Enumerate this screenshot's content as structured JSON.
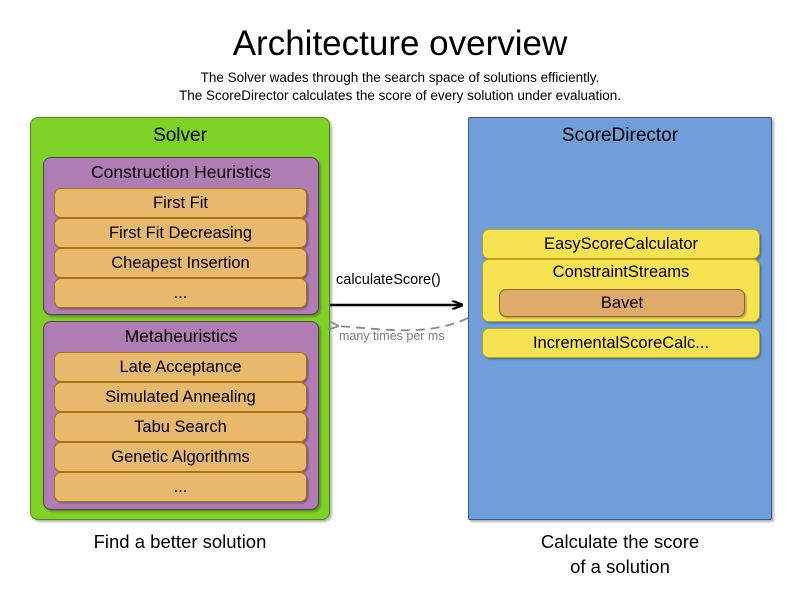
{
  "header": {
    "title": "Architecture overview",
    "subtitle_1": "The Solver wades through the search space of solutions efficiently.",
    "subtitle_2": "The ScoreDirector calculates the score of every solution under evaluation."
  },
  "solver": {
    "title": "Solver",
    "caption": "Find a better solution",
    "color": "#7ed226",
    "border_color": "#4e8c12",
    "groups": [
      {
        "title": "Construction Heuristics",
        "color": "#b07cb4",
        "items": [
          "First Fit",
          "First Fit Decreasing",
          "Cheapest Insertion",
          "..."
        ]
      },
      {
        "title": "Metaheuristics",
        "color": "#b07cb4",
        "items": [
          "Late Acceptance",
          "Simulated Annealing",
          "Tabu Search",
          "Genetic Algorithms",
          "..."
        ]
      }
    ]
  },
  "score_director": {
    "title": "ScoreDirector",
    "caption_line_1": "Calculate the score",
    "caption_line_2": "of a solution",
    "color": "#6f9ed8",
    "border_color": "#2e5c9a",
    "items": [
      {
        "label": "EasyScoreCalculator",
        "color": "#f7e351"
      },
      {
        "label": "ConstraintStreams",
        "color": "#f7e351",
        "nested": {
          "label": "Bavet",
          "color": "#e0ab6a"
        }
      },
      {
        "label": "IncrementalScoreCalc...",
        "color": "#f7e351"
      }
    ]
  },
  "arrows": {
    "forward_label": "calculateScore()",
    "forward_color": "#000000",
    "return_label": "many times per ms",
    "return_color": "#8a8a8a"
  }
}
